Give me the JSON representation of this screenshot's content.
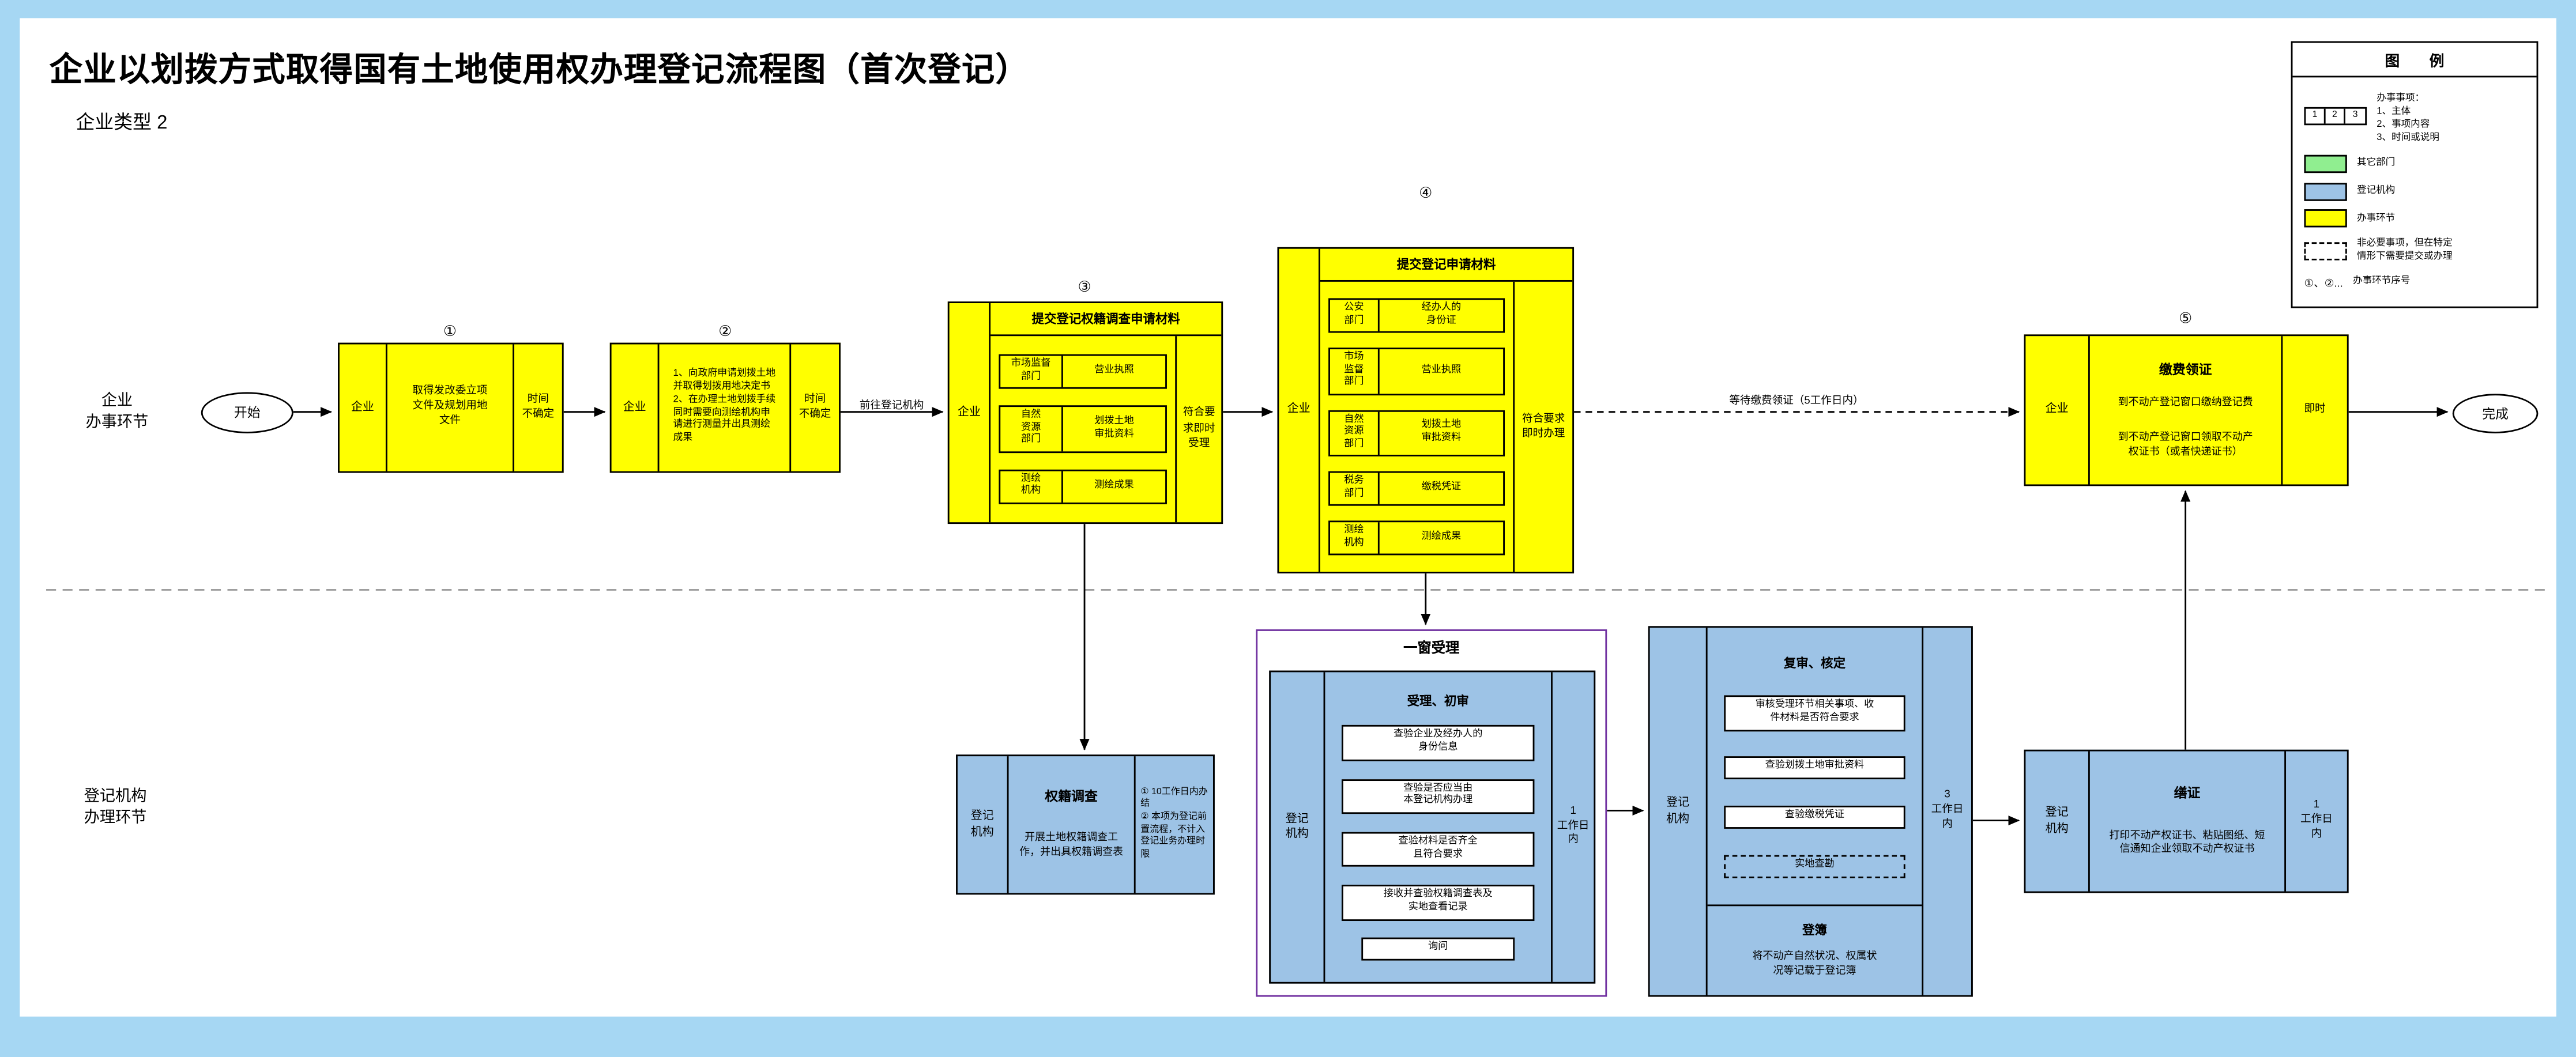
{
  "page": {
    "title": "企业以划拨方式取得国有土地使用权办理登记流程图（首次登记）",
    "subtitle": "企业类型 2"
  },
  "lanes": {
    "enterprise": "企业\n办事环节",
    "agency": "登记机构\n办理环节"
  },
  "legend": {
    "title": "图　　例",
    "sample": {
      "cells": [
        "1",
        "2",
        "3"
      ]
    },
    "matter_text": "办事事项：\n1、主体\n2、事项内容\n3、时间或说明",
    "other_dept": "其它部门",
    "registry": "登记机构",
    "step": "办事环节",
    "optional": "非必要事项，但在特定\n情形下需要提交或办理",
    "seq_symbol": "①、②...",
    "seq_label": "办事环节序号"
  },
  "flow": {
    "start": "开始",
    "finish": "完成",
    "goto_label": "前往登记机构",
    "wait_label": "等待缴费领证（5工作日内）",
    "step1": {
      "seq": "①",
      "actor": "企业",
      "content": "取得发改委立项\n文件及规划用地\n文件",
      "time": "时间\n不确定"
    },
    "step2": {
      "seq": "②",
      "actor": "企业",
      "content": "1、向政府申请划拨土地\n并取得划拨用地决定书\n2、在办理土地划拨手续\n同时需要向测绘机构申\n请进行测量并出具测绘\n成果",
      "time": "时间\n不确定"
    },
    "step3": {
      "seq": "③",
      "actor": "企业",
      "title": "提交登记权籍调查申请材料",
      "rows": [
        {
          "dept": "市场监督\n部门",
          "doc": "营业执照"
        },
        {
          "dept": "自然\n资源\n部门",
          "doc": "划拨土地\n审批资料"
        },
        {
          "dept": "测绘\n机构",
          "doc": "测绘成果"
        }
      ],
      "result": "符合要\n求即时\n受理"
    },
    "step4": {
      "seq": "④",
      "actor": "企业",
      "title": "提交登记申请材料",
      "rows": [
        {
          "dept": "公安\n部门",
          "doc": "经办人的\n身份证"
        },
        {
          "dept": "市场\n监督\n部门",
          "doc": "营业执照"
        },
        {
          "dept": "自然\n资源\n部门",
          "doc": "划拨土地\n审批资料"
        },
        {
          "dept": "税务\n部门",
          "doc": "缴税凭证"
        },
        {
          "dept": "测绘\n机构",
          "doc": "测绘成果"
        }
      ],
      "result": "符合要求\n即时办理"
    },
    "step5": {
      "seq": "⑤",
      "actor": "企业",
      "title": "缴费领证",
      "line1": "到不动产登记窗口缴纳登记费",
      "line2": "到不动产登记窗口领取不动产\n权证书（或者快递证书）",
      "time": "即时"
    }
  },
  "agency": {
    "cadastral": {
      "actor": "登记\n机构",
      "title": "权籍调查",
      "content": "开展土地权籍调查工\n作，并出具权籍调查表",
      "note": "① 10工作日内办结\n② 本项为登记前置流程，不计入登记业务办理时限"
    },
    "one_window": {
      "title": "一窗受理",
      "accept": {
        "actor": "登记\n机构",
        "title": "受理、初审",
        "checks": [
          "查验企业及经办人的\n身份信息",
          "查验是否应当由\n本登记机构办理",
          "查验材料是否齐全\n且符合要求",
          "接收并查验权籍调查表及\n实地查看记录",
          "询问"
        ],
        "time": "1\n工作日\n内"
      }
    },
    "review": {
      "actor": "登记\n机构",
      "title": "复审、核定",
      "checks": [
        "审核受理环节相关事项、收\n件材料是否符合要求",
        "查验划拨土地审批资料",
        "查验缴税凭证"
      ],
      "optional": "实地查勘",
      "register_title": "登簿",
      "register_text": "将不动产自然状况、权属状\n况等记载于登记簿",
      "time": "3\n工作日\n内"
    },
    "certificate": {
      "actor": "登记\n机构",
      "title": "缮证",
      "content": "打印不动产权证书、粘贴图纸、短\n信通知企业领取不动产权证书",
      "time": "1\n工作日\n内"
    }
  },
  "colors": {
    "step_yellow": "#FFFF00",
    "registry_blue": "#9DC3E6",
    "other_green": "#90EE90",
    "one_window_purple": "#7030A0",
    "frame_blue": "#A6D7F3"
  }
}
